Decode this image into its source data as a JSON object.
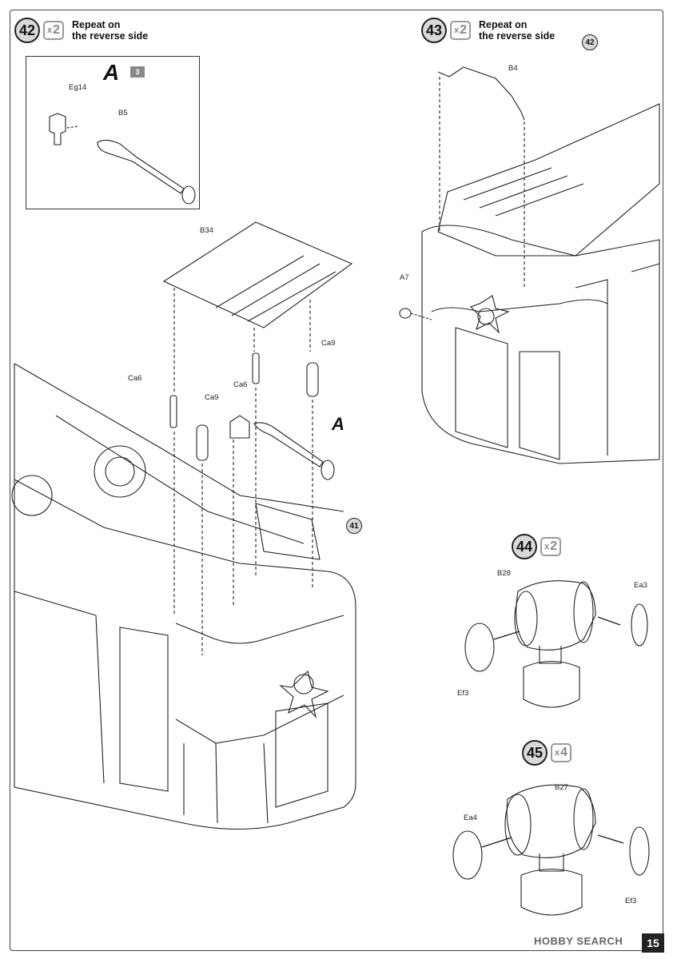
{
  "steps": [
    {
      "num": "42",
      "mult": "2",
      "note_line1": "Repeat on",
      "note_line2": "the reverse side"
    },
    {
      "num": "43",
      "mult": "2",
      "note_line1": "Repeat on",
      "note_line2": "the reverse side"
    },
    {
      "num": "44",
      "mult": "2"
    },
    {
      "num": "45",
      "mult": "4"
    }
  ],
  "inset": {
    "letter": "A",
    "badge": "3"
  },
  "parts": {
    "eg14": "Eg14",
    "b5": "B5",
    "b34": "B34",
    "ca9_a": "Ca9",
    "ca9_b": "Ca9",
    "ca6_a": "Ca6",
    "ca6_b": "Ca6",
    "b4": "B4",
    "a7": "A7",
    "b28": "B28",
    "ea3": "Ea3",
    "ef3_a": "Ef3",
    "b27": "B27",
    "ea4": "Ea4",
    "ef3_b": "Ef3"
  },
  "callout_A": "A",
  "refs": {
    "r41": "41",
    "r42": "42"
  },
  "page_number": "15",
  "watermark": "HOBBY SEARCH"
}
